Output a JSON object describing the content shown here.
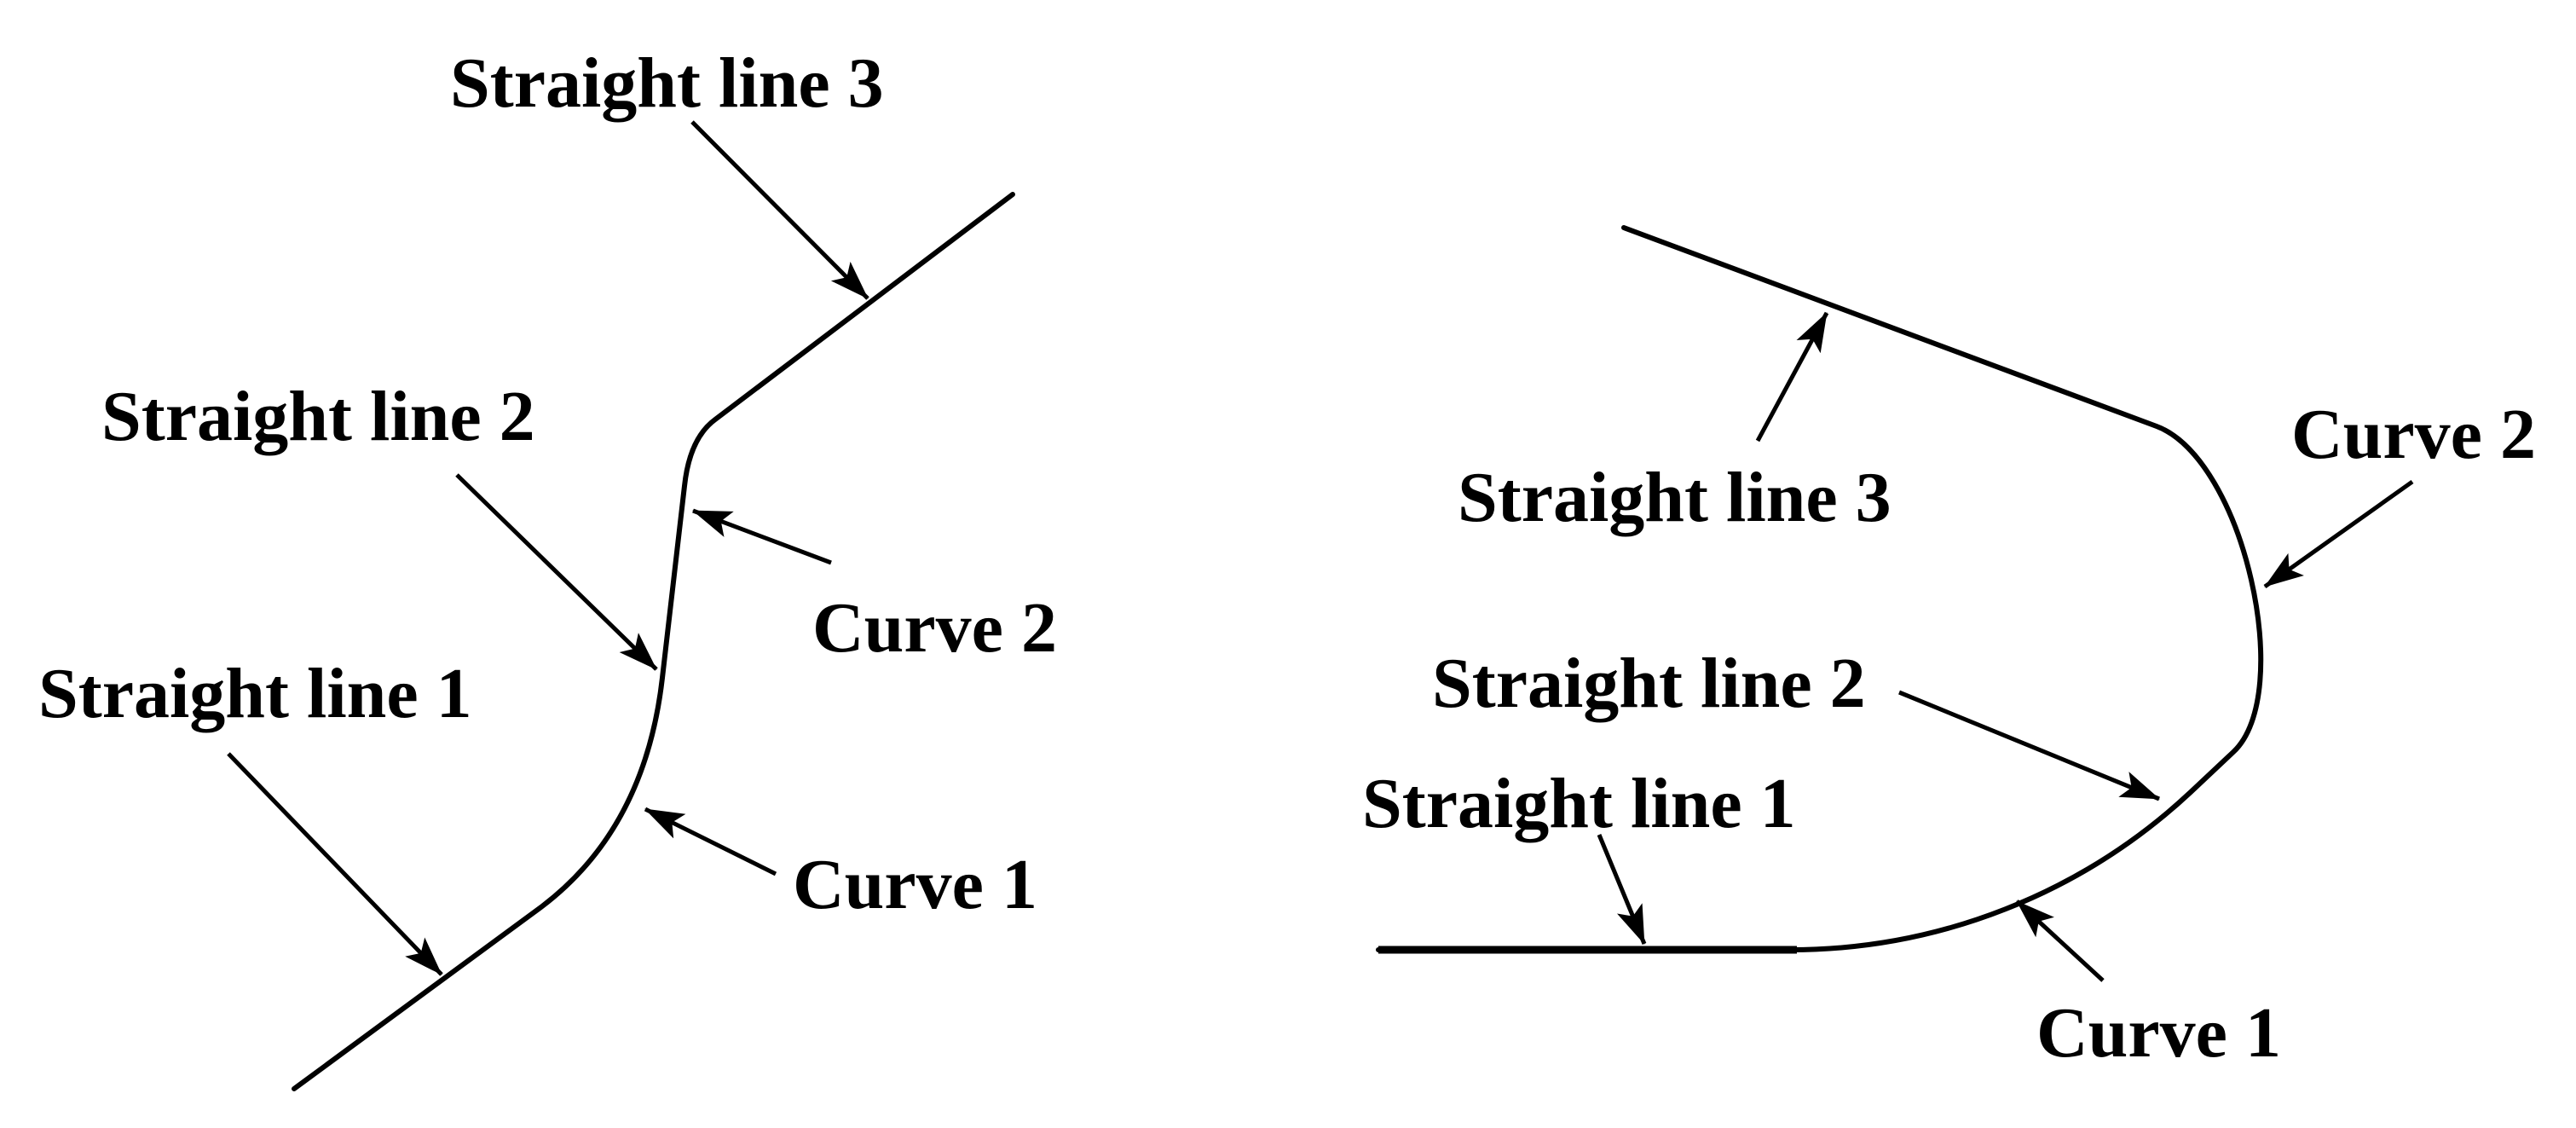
{
  "page": {
    "background_color": "#ffffff",
    "line_color": "#000000"
  },
  "left_figure": {
    "labels": {
      "straight_line_3": "Straight line 3",
      "straight_line_2": "Straight line 2",
      "straight_line_1": "Straight line 1",
      "curve_2": "Curve 2",
      "curve_1": "Curve 1"
    }
  },
  "right_figure": {
    "labels": {
      "straight_line_3": "Straight line 3",
      "straight_line_2": "Straight line 2",
      "straight_line_1": "Straight line 1",
      "curve_2": "Curve 2",
      "curve_1": "Curve 1"
    }
  }
}
